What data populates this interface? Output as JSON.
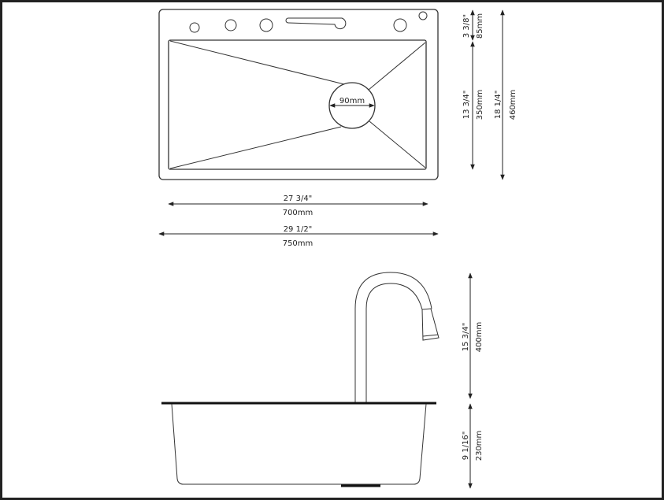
{
  "top_view": {
    "drain_diameter": "90mm",
    "depth_top_in": "3 3/8\"",
    "depth_top_mm": "85mm",
    "basin_depth_in": "13 3/4\"",
    "basin_depth_mm": "350mm",
    "total_depth_in": "18 1/4\"",
    "total_depth_mm": "460mm",
    "basin_width_in": "27 3/4\"",
    "basin_width_mm": "700mm",
    "total_width_in": "29 1/2\"",
    "total_width_mm": "750mm"
  },
  "side_view": {
    "faucet_height_in": "15 3/4\"",
    "faucet_height_mm": "400mm",
    "bowl_depth_in": "9 1/16\"",
    "bowl_depth_mm": "230mm"
  }
}
